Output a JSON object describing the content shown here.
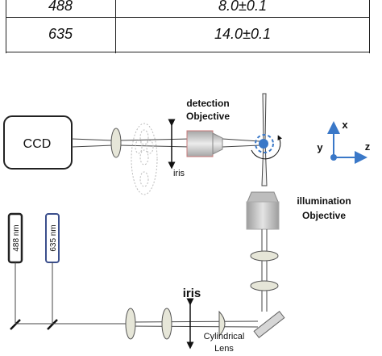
{
  "table": {
    "rows": [
      {
        "wavelength": "488",
        "value": "8.0±0.1"
      },
      {
        "wavelength": "635",
        "value": "14.0±0.1"
      }
    ]
  },
  "diagram": {
    "ccd_label": "CCD",
    "detection_objective_line1": "detection",
    "detection_objective_line2": "Objective",
    "iris_small_label": "iris",
    "iris_large_label": "iris",
    "illumination_objective_line1": "illumination",
    "illumination_objective_line2": "Objective",
    "laser_488_label": "488 nm",
    "laser_635_label": "635 nm",
    "cylindrical_lens_line1": "Cylindrical",
    "cylindrical_lens_line2": "Lens",
    "axis_x": "x",
    "axis_y": "y",
    "axis_z": "z"
  },
  "colors": {
    "axis_blue": "#3a78c8",
    "laser_488_border": "#222222",
    "laser_635_border": "#3b4f8c",
    "objective_gray": "#c8c8c8",
    "lens_fill": "#e6e6d8",
    "sample_blue": "#3a78c8"
  }
}
